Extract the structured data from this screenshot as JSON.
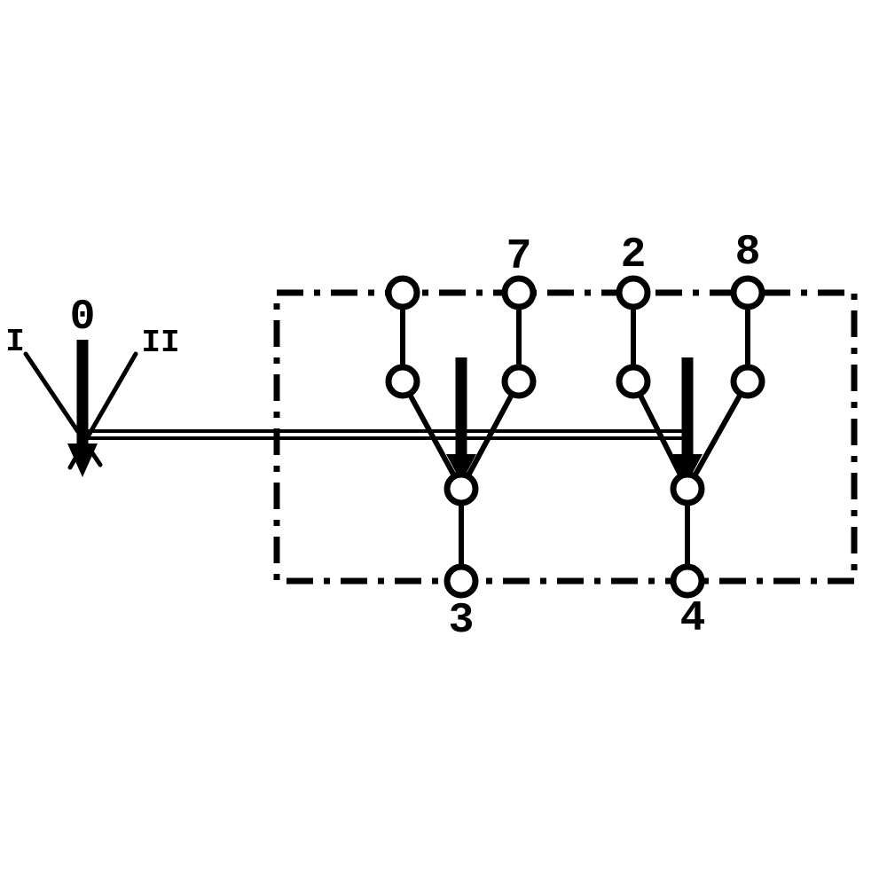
{
  "diagram": {
    "type": "toggle-switch-contact-schematic",
    "lever": {
      "position_left": "I",
      "position_center": "0",
      "position_right": "II"
    },
    "terminals": {
      "top": [
        "7",
        "2",
        "8"
      ],
      "bottom": [
        "3",
        "4"
      ]
    },
    "colors": {
      "line": "#000000",
      "background": "#ffffff"
    }
  }
}
